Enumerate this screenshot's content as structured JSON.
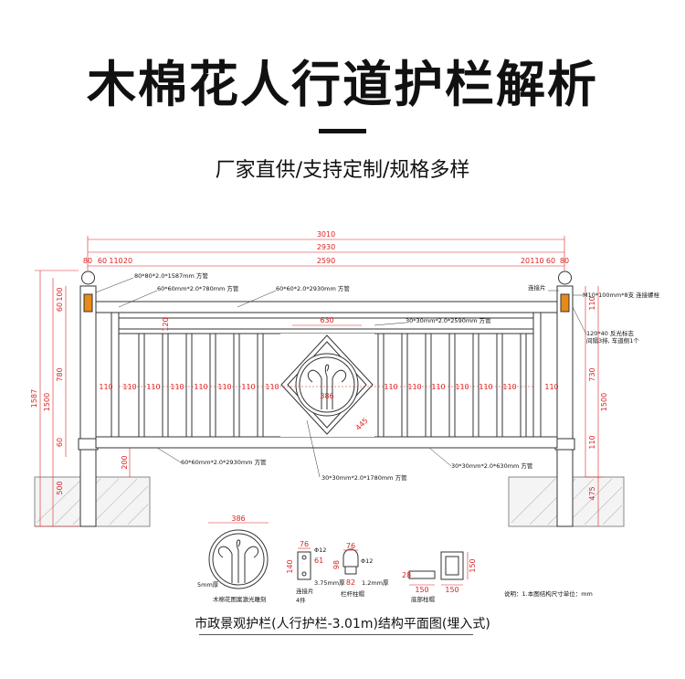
{
  "header": {
    "title": "木棉花人行道护栏解析",
    "subtitle": "厂家直供/支持定制/规格多样"
  },
  "dimensions": {
    "top_total": "3010",
    "top_middle": "2930",
    "top_inner": "2590",
    "left_80": "80",
    "left_60": "60",
    "left_110": "110",
    "left_20": "20",
    "right_80": "80",
    "right_60": "60",
    "right_110": "110",
    "right_20": "20",
    "bar_spacing": "110",
    "gap_120": "120",
    "medallion_width": "630",
    "medallion_diameter": "386",
    "medallion_diag": "445",
    "left_v_60": "60",
    "left_v_100": "100",
    "left_v_780": "780",
    "left_v_1500": "1500",
    "left_v_1587": "1587",
    "left_v_60b": "60",
    "left_v_200": "200",
    "left_v_500": "500",
    "right_v_110": "110",
    "right_v_730": "730",
    "right_v_1500": "1500",
    "right_v_110b": "110",
    "right_v_475": "475"
  },
  "labels": {
    "post_spec": "80*80*2.0*1587mm 方管",
    "top_rail_left": "60*60mm*2.0*780mm 方管",
    "top_rail": "60*60*2.0*2930mm 方管",
    "inner_rail": "30*30mm*2.0*2590mm 方管",
    "bottom_rail": "60*60mm*2.0*2930mm 方管",
    "medallion_tube": "30*30mm*2.0*1780mm 方管",
    "short_tube": "30*30mm*2.0*630mm 方管",
    "connector": "连接片",
    "bolt": "M10*100mm*8支 连接螺栓",
    "reflector": "120*40 反光标志",
    "reflector_note": "间隔3排, 车道侧1个"
  },
  "details": {
    "flower_diameter": "386",
    "flower_thickness": "5mm厚",
    "flower_name": "木棉花图案激光雕刻",
    "conn_w": "76",
    "conn_h": "140",
    "conn_hole": "Φ12",
    "conn_inner": "61",
    "conn_thick": "3.75mm厚",
    "conn_name": "连接片",
    "conn_count": "4件",
    "cap_w": "76",
    "cap_h": "98",
    "cap_hole": "Φ12",
    "cap_base": "82",
    "cap_thick": "1.2mm厚",
    "cap_name": "栏杆柱帽",
    "base_h": "28",
    "base_w1": "150",
    "base_w2": "150",
    "base_side": "150",
    "base_name": "底部柱帽",
    "note": "说明：1.本图结构尺寸单位：mm"
  },
  "caption": "市政景观护栏(人行护栏-3.01m)结构平面图(埋入式)",
  "colors": {
    "dimension": "#dd2222",
    "line": "#333333",
    "reflector": "#e88a1a"
  }
}
